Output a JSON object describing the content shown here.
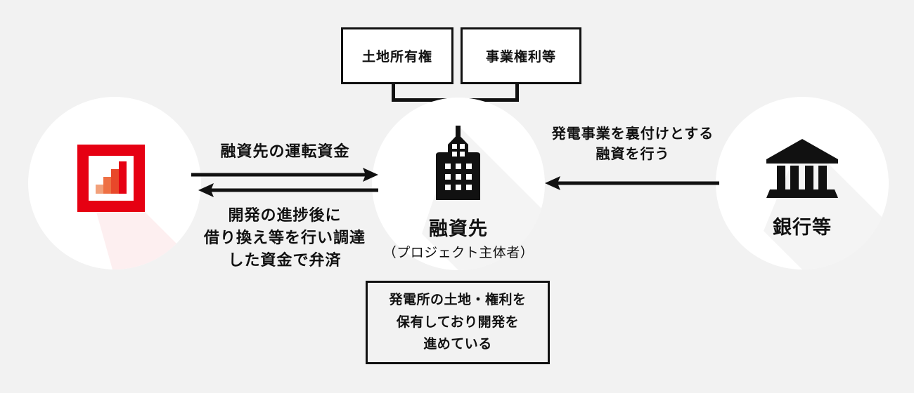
{
  "diagram": {
    "background_color": "#f2f2f2",
    "accent_color": "#e60012",
    "line_color": "#111111",
    "nodes": {
      "left": {
        "icon": "bar-chart-icon",
        "bar_colors": [
          "#f2a07a",
          "#ee7044",
          "#e8482a",
          "#e60012"
        ]
      },
      "center": {
        "icon": "office-building-icon",
        "title": "融資先",
        "subtitle": "（プロジェクト主体者）"
      },
      "right": {
        "icon": "bank-icon",
        "title": "銀行等"
      }
    },
    "boxes": {
      "land_ownership": "土地所有権",
      "business_rights": "事業権利等",
      "note": {
        "line1": "発電所の土地・権利を",
        "line2": "保有しており開発を",
        "line3": "進めている"
      }
    },
    "edges": {
      "working_capital": "融資先の運転資金",
      "repayment": {
        "line1": "開発の進捗後に",
        "line2": "借り換え等を行い調達",
        "line3": "した資金で弁済"
      },
      "loan": {
        "line1": "発電事業を裏付けとする",
        "line2": "融資を行う"
      }
    }
  }
}
